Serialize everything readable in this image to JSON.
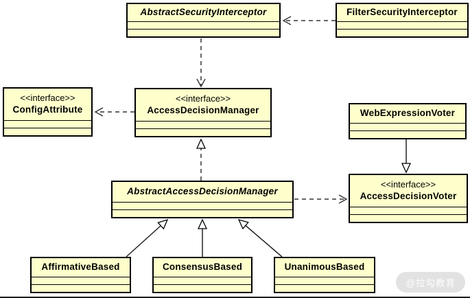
{
  "diagram": {
    "kind": "uml-class-diagram",
    "classes": [
      {
        "id": "abstract-security-interceptor",
        "stereotype": "",
        "name": "AbstractSecurityInterceptor",
        "abstract": true
      },
      {
        "id": "filter-security-interceptor",
        "stereotype": "",
        "name": "FilterSecurityInterceptor",
        "abstract": false
      },
      {
        "id": "config-attribute",
        "stereotype": "<<interface>>",
        "name": "ConfigAttribute",
        "abstract": false
      },
      {
        "id": "access-decision-manager",
        "stereotype": "<<interface>>",
        "name": "AccessDecisionManager",
        "abstract": false
      },
      {
        "id": "web-expression-voter",
        "stereotype": "",
        "name": "WebExpressionVoter",
        "abstract": false
      },
      {
        "id": "abstract-access-decision-manager",
        "stereotype": "",
        "name": "AbstractAccessDecisionManager",
        "abstract": true
      },
      {
        "id": "access-decision-voter",
        "stereotype": "<<interface>>",
        "name": "AccessDecisionVoter",
        "abstract": false
      },
      {
        "id": "affirmative-based",
        "stereotype": "",
        "name": "AffirmativeBased",
        "abstract": false
      },
      {
        "id": "consensus-based",
        "stereotype": "",
        "name": "ConsensusBased",
        "abstract": false
      },
      {
        "id": "unanimous-based",
        "stereotype": "",
        "name": "UnanimousBased",
        "abstract": false
      }
    ],
    "relationships": [
      {
        "type": "dependency-dashed-open-arrow",
        "from": "FilterSecurityInterceptor",
        "to": "AbstractSecurityInterceptor"
      },
      {
        "type": "dependency-dashed-open-arrow",
        "from": "AbstractSecurityInterceptor",
        "to": "AccessDecisionManager"
      },
      {
        "type": "dependency-dashed-open-arrow",
        "from": "AccessDecisionManager",
        "to": "ConfigAttribute"
      },
      {
        "type": "realization-dashed-hollow-triangle",
        "from": "AbstractAccessDecisionManager",
        "to": "AccessDecisionManager"
      },
      {
        "type": "dependency-dashed-open-arrow",
        "from": "AbstractAccessDecisionManager",
        "to": "AccessDecisionVoter"
      },
      {
        "type": "generalization-solid-hollow-triangle",
        "from": "WebExpressionVoter",
        "to": "AccessDecisionVoter"
      },
      {
        "type": "generalization-solid-hollow-triangle",
        "from": "AffirmativeBased",
        "to": "AbstractAccessDecisionManager"
      },
      {
        "type": "generalization-solid-hollow-triangle",
        "from": "ConsensusBased",
        "to": "AbstractAccessDecisionManager"
      },
      {
        "type": "generalization-solid-hollow-triangle",
        "from": "UnanimousBased",
        "to": "AbstractAccessDecisionManager"
      }
    ],
    "colors": {
      "class_fill": "#FFFFCC",
      "class_border": "#000000",
      "line_color": "#333333",
      "background": "#FFFFFF"
    },
    "watermark": {
      "text": "@拉勾教育"
    }
  }
}
